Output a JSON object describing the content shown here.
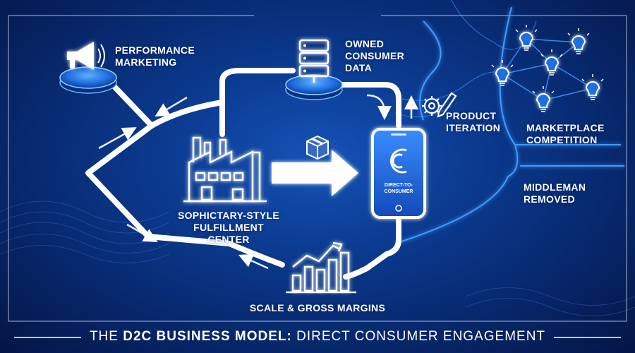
{
  "labels": {
    "performance_marketing": [
      "PERFORMANCE",
      "MARKETING"
    ],
    "owned_consumer_data": [
      "OWNED",
      "CONSUMER",
      "DATA"
    ],
    "product_iteration": [
      "PRODUCT",
      "ITERATION"
    ],
    "marketplace_competition": [
      "MARKETPLACE",
      "COMPETITION"
    ],
    "middleman_removed": [
      "MIDDLEMAN",
      "REMOVED"
    ],
    "fulfillment_center": [
      "SOPHICTARY-STYLE",
      "FULFILLMENT CENTER"
    ],
    "scale_gross_margins": "SCALE & GROSS MARGINS",
    "phone_text": [
      "DIRECT-TO-",
      "CONSUMER"
    ]
  },
  "title": {
    "prefix": "THE ",
    "bold": "D2C BUSINESS MODEL:",
    "suffix": " DIRECT CONSUMER ENGAGEMENT"
  },
  "colors": {
    "background": "#0b3a8f",
    "accent": "#2f8cff",
    "glow": "#7cc4ff",
    "text": "#ffffff"
  },
  "icons": [
    "megaphone-icon",
    "server-database-icon",
    "factory-icon",
    "package-box-icon",
    "smartphone-icon",
    "pencil-gear-icon",
    "lightbulb-icon",
    "bar-chart-trend-icon"
  ]
}
